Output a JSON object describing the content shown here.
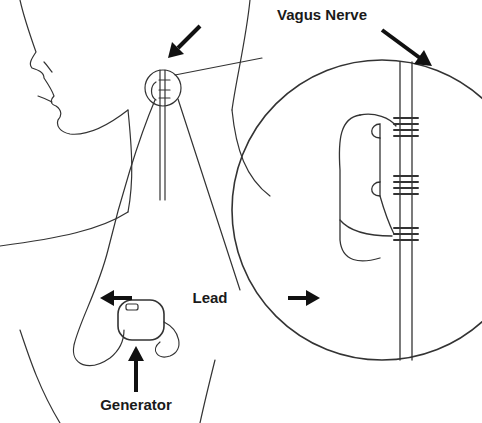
{
  "diagram": {
    "labels": [
      "Vagus Nerve",
      "Lead",
      "Generator"
    ]
  }
}
